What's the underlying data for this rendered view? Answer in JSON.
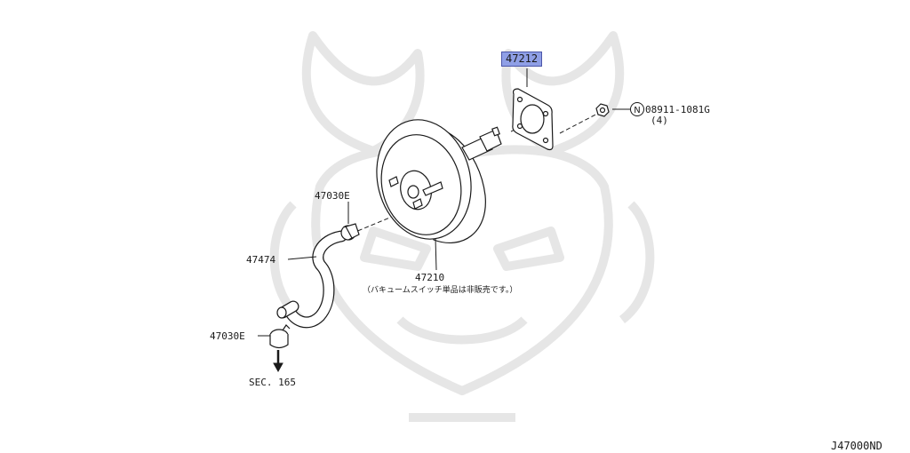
{
  "parts": {
    "gasket": {
      "number": "47212",
      "highlight_color": "#8f9fe6"
    },
    "nut": {
      "symbol": "N",
      "number": "08911-1081G",
      "qty": "(4)"
    },
    "clamp_upper": {
      "number": "47030E"
    },
    "hose": {
      "number": "47474"
    },
    "booster": {
      "number": "47210",
      "note": "（バキュームスイッチ単品は非販売です。）"
    },
    "clamp_lower": {
      "number": "47030E"
    },
    "section_ref": {
      "label": "SEC. 165"
    }
  },
  "diagram_code": "J47000ND"
}
